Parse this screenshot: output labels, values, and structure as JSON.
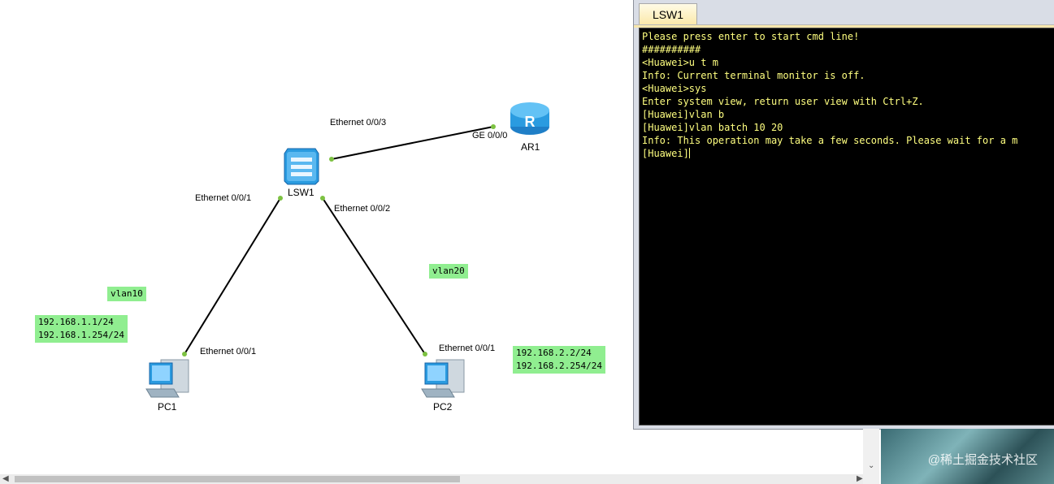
{
  "topology": {
    "devices": [
      {
        "id": "lsw1",
        "label": "LSW1",
        "type": "switch"
      },
      {
        "id": "ar1",
        "label": "AR1",
        "type": "router"
      },
      {
        "id": "pc1",
        "label": "PC1",
        "type": "pc"
      },
      {
        "id": "pc2",
        "label": "PC2",
        "type": "pc"
      }
    ],
    "links": [
      {
        "from": "lsw1",
        "from_port": "Ethernet 0/0/3",
        "to": "ar1",
        "to_port": "GE 0/0/0"
      },
      {
        "from": "lsw1",
        "from_port": "Ethernet 0/0/1",
        "to": "pc1",
        "to_port": "Ethernet 0/0/1"
      },
      {
        "from": "lsw1",
        "from_port": "Ethernet 0/0/2",
        "to": "pc2",
        "to_port": "Ethernet 0/0/1"
      }
    ],
    "port_labels": {
      "lsw1_e3": "Ethernet 0/0/3",
      "ar1_ge": "GE 0/0/0",
      "lsw1_e1": "Ethernet 0/0/1",
      "lsw1_e2": "Ethernet 0/0/2",
      "pc1_e1": "Ethernet 0/0/1",
      "pc2_e1": "Ethernet 0/0/1"
    },
    "notes": {
      "vlan10": "vlan10",
      "vlan20": "vlan20",
      "pc1_ip": "192.168.1.1/24\n192.168.1.254/24",
      "pc2_ip": "192.168.2.2/24\n192.168.2.254/24"
    },
    "colors": {
      "link": "#000000",
      "port_dot": "#7dc242",
      "note_bg": "#90ee90",
      "device": "#2a9be0"
    }
  },
  "terminal": {
    "tab_label": "LSW1",
    "lines": [
      "Please press enter to start cmd line!",
      "##########",
      "<Huawei>u t m",
      "Info: Current terminal monitor is off.",
      "<Huawei>sys",
      "Enter system view, return user view with Ctrl+Z.",
      "[Huawei]vlan b",
      "[Huawei]vlan batch 10 20",
      "Info: This operation may take a few seconds. Please wait for a m",
      "[Huawei]"
    ],
    "colors": {
      "background": "#000000",
      "text": "#ffff80"
    }
  },
  "watermark": "@稀土掘金技术社区",
  "scrollbar": {
    "down_arrow_icon": "chevron-down-icon",
    "left_arrow_icon": "chevron-left-icon",
    "right_arrow_icon": "chevron-right-icon"
  }
}
